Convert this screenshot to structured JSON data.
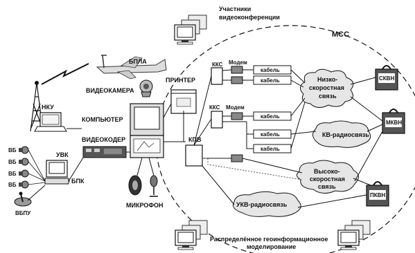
{
  "labels": {
    "participants": [
      "Участники",
      "видеоконференции"
    ],
    "mss": "МСС",
    "bpla": "БПЛА",
    "videocamera": "ВИДЕОКАМЕРА",
    "printer": "ПРИНТЕР",
    "computer": "КОМПЬЮТЕР",
    "videocoder": "ВИДЕОКОДЕР",
    "nku": "НКУ",
    "uvk": "УВК",
    "bpk": "БПК",
    "vbpu": "ВБПУ",
    "vb": "ВБ",
    "microphone": "МИКРОФОН",
    "kpv": "КПВ",
    "kks": "ККС",
    "modem": "Модем",
    "cable": "кабель",
    "low_speed": [
      "Низко-",
      "скоростная",
      "связь"
    ],
    "hf_radio": "КВ-радиосвязь",
    "high_speed": [
      "Высоко-",
      "скоростная",
      "связь"
    ],
    "vhf_radio": "УКВ-радиосвязь",
    "distributed": [
      "Распределённое геоинформационное",
      "моделирование"
    ],
    "nodes": [
      "СКВН",
      "МКВН",
      "ПКВН"
    ]
  }
}
